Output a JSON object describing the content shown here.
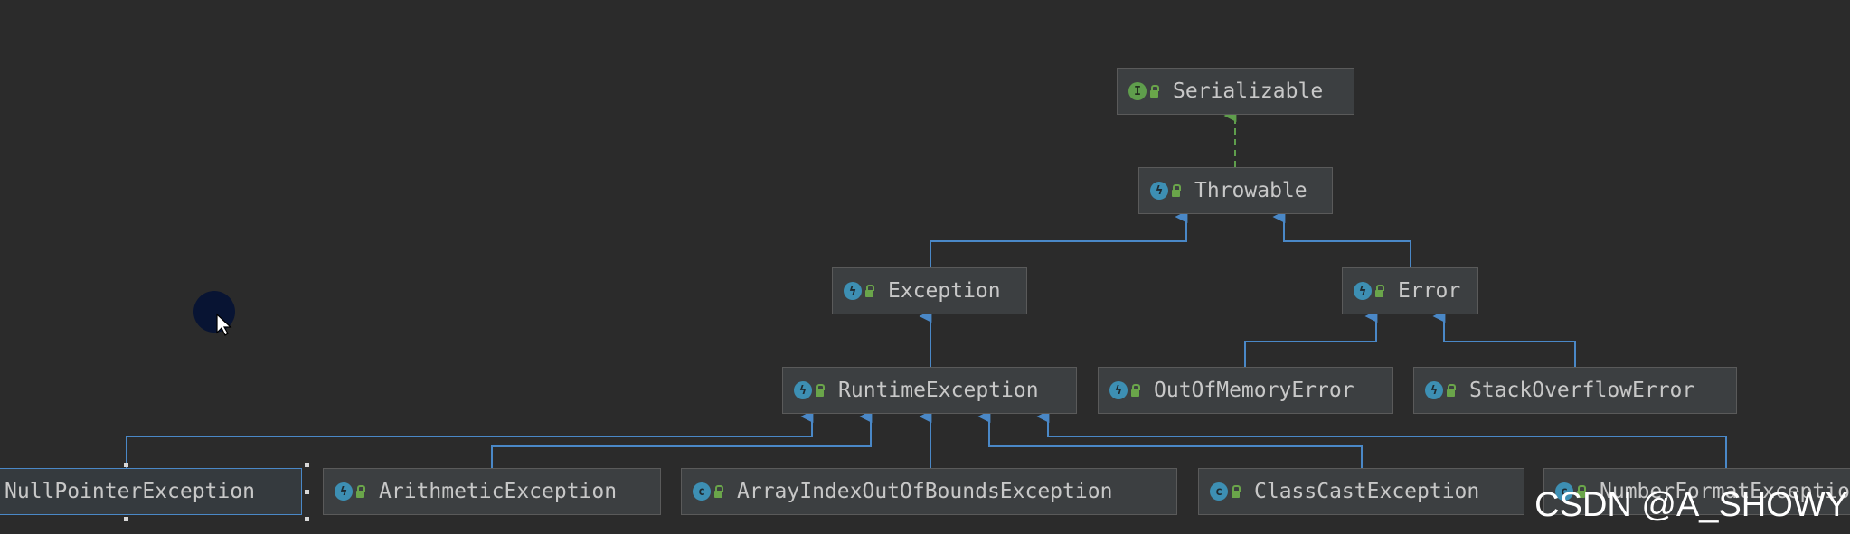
{
  "colors": {
    "background": "#2b2b2b",
    "node_fill": "#3c3f41",
    "node_border": "#5a5a5a",
    "node_text": "#c8c8c8",
    "extends_edge": "#4a88c7",
    "implements_edge": "#5f9e4c",
    "selection": "#4a88c7"
  },
  "nodes": {
    "serializable": {
      "label": "Serializable",
      "icon": "interface-icon"
    },
    "throwable": {
      "label": "Throwable",
      "icon": "exception-class-icon"
    },
    "exception": {
      "label": "Exception",
      "icon": "exception-class-icon"
    },
    "error": {
      "label": "Error",
      "icon": "exception-class-icon"
    },
    "runtime_exception": {
      "label": "RuntimeException",
      "icon": "exception-class-icon"
    },
    "out_of_memory_error": {
      "label": "OutOfMemoryError",
      "icon": "exception-class-icon"
    },
    "stack_overflow_error": {
      "label": "StackOverflowError",
      "icon": "exception-class-icon"
    },
    "null_pointer_exception": {
      "label": "NullPointerException",
      "icon": "exception-class-icon",
      "selected": true
    },
    "arithmetic_exception": {
      "label": "ArithmeticException",
      "icon": "exception-class-icon"
    },
    "array_index_out_of_bounds_exception": {
      "label": "ArrayIndexOutOfBoundsException",
      "icon": "class-icon"
    },
    "class_cast_exception": {
      "label": "ClassCastException",
      "icon": "class-icon"
    },
    "number_format_exception": {
      "label": "NumberFormatException",
      "icon": "class-icon"
    }
  },
  "watermark": "CSDN @A_SHOWY"
}
